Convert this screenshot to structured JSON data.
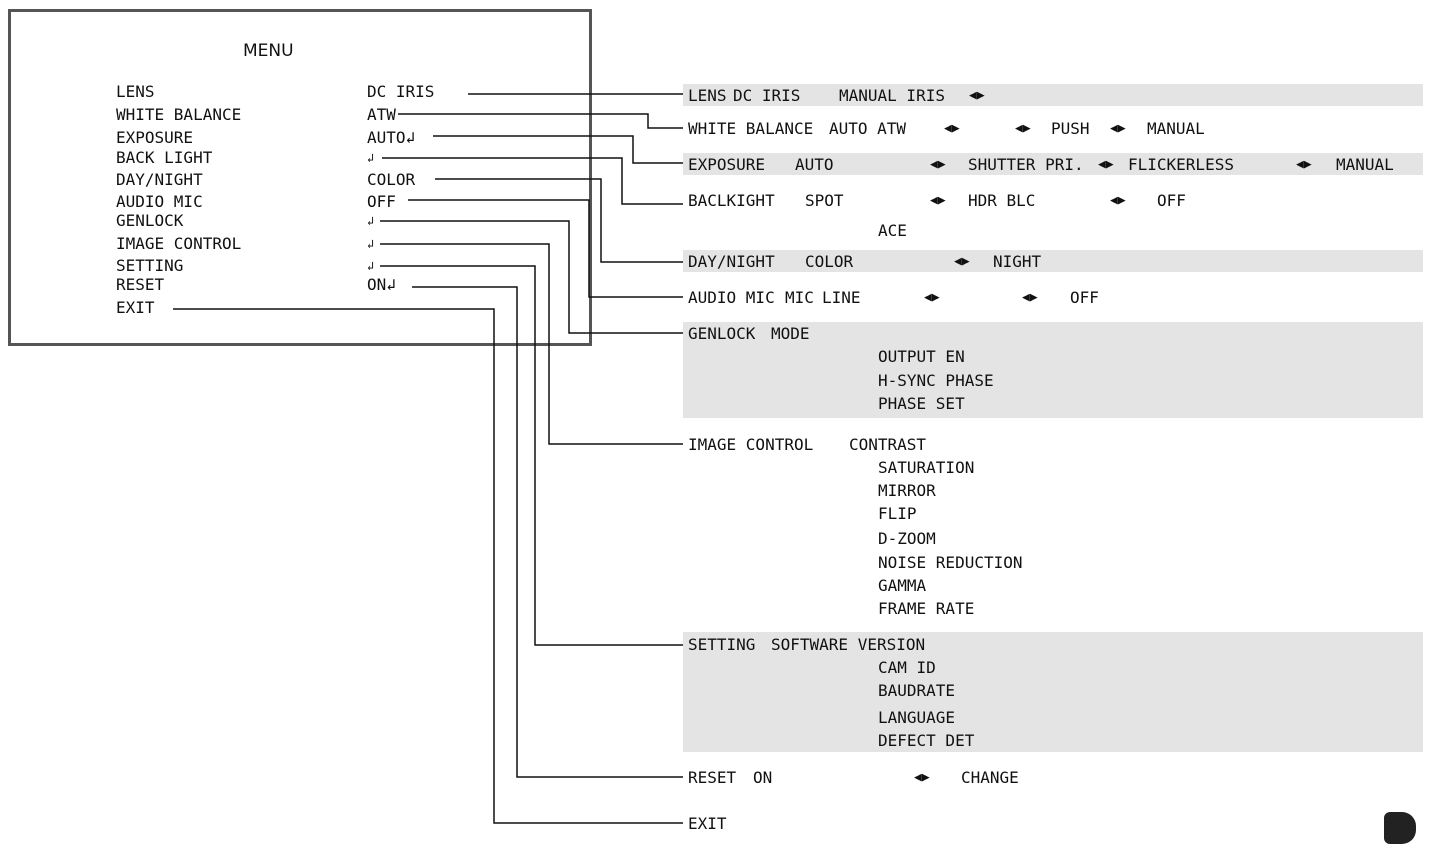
{
  "menu": {
    "title": "MENU",
    "items": [
      {
        "label": "LENS",
        "value": "DC IRIS"
      },
      {
        "label": "WHITE BALANCE",
        "value": "ATW"
      },
      {
        "label": "EXPOSURE",
        "value": "AUTO↲"
      },
      {
        "label": "BACK LIGHT",
        "value": "↲"
      },
      {
        "label": "DAY/NIGHT",
        "value": "COLOR"
      },
      {
        "label": "AUDIO MIC",
        "value": "OFF"
      },
      {
        "label": "GENLOCK",
        "value": "↲"
      },
      {
        "label": "IMAGE CONTROL",
        "value": "↲"
      },
      {
        "label": "SETTING",
        "value": "↲"
      },
      {
        "label": "RESET",
        "value": "ON↲"
      },
      {
        "label": "EXIT",
        "value": ""
      }
    ]
  },
  "arrow": "◀▶",
  "submenus": {
    "lens": {
      "name": "LENS",
      "options": [
        "DC IRIS",
        "MANUAL IRIS"
      ]
    },
    "white_balance": {
      "name": "WHITE BALANCE",
      "options": [
        "AUTO ATW",
        "PUSH",
        "MANUAL"
      ]
    },
    "exposure": {
      "name": "EXPOSURE",
      "options": [
        "AUTO",
        "SHUTTER PRI.",
        "FLICKERLESS",
        "MANUAL"
      ]
    },
    "backlight": {
      "name": "BACLKIGHT",
      "options": [
        "SPOT",
        "HDR BLC",
        "OFF"
      ],
      "extra": "ACE"
    },
    "day_night": {
      "name": "DAY/NIGHT",
      "options": [
        "COLOR",
        "NIGHT"
      ]
    },
    "audio_mic": {
      "name": "AUDIO MIC",
      "options": [
        "MIC",
        "LINE",
        "OFF"
      ]
    },
    "genlock": {
      "name": "GENLOCK",
      "items": [
        "MODE",
        "OUTPUT EN",
        "H-SYNC PHASE",
        "PHASE SET"
      ]
    },
    "image_control": {
      "name": "IMAGE CONTROL",
      "items": [
        "CONTRAST",
        "SATURATION",
        "MIRROR",
        "FLIP",
        "D-ZOOM",
        "NOISE REDUCTION",
        "GAMMA",
        "FRAME RATE"
      ]
    },
    "setting": {
      "name": "SETTING",
      "items": [
        "SOFTWARE VERSION",
        "CAM ID",
        "BAUDRATE",
        "LANGUAGE",
        "DEFECT DET"
      ]
    },
    "reset": {
      "name": "RESET",
      "options": [
        "ON",
        "CHANGE"
      ]
    },
    "exit": {
      "name": "EXIT"
    }
  }
}
